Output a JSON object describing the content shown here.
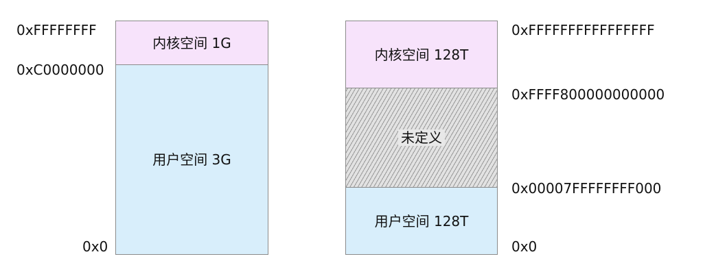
{
  "left_column": {
    "regions": [
      {
        "label": "内核空间 1G",
        "color": "#f7e3fb"
      },
      {
        "label": "用户空间 3G",
        "color": "#d8eefb"
      }
    ],
    "addresses": [
      "0xFFFFFFFF",
      "0xC0000000",
      "0x0"
    ]
  },
  "right_column": {
    "regions": [
      {
        "label": "内核空间 128T",
        "color": "#f7e3fb"
      },
      {
        "label": "未定义",
        "color": "#e2e2e2"
      },
      {
        "label": "用户空间 128T",
        "color": "#d8eefb"
      }
    ],
    "addresses": [
      "0xFFFFFFFFFFFFFFFF",
      "0xFFFF800000000000",
      "0x00007FFFFFFFF000",
      "0x0"
    ]
  }
}
